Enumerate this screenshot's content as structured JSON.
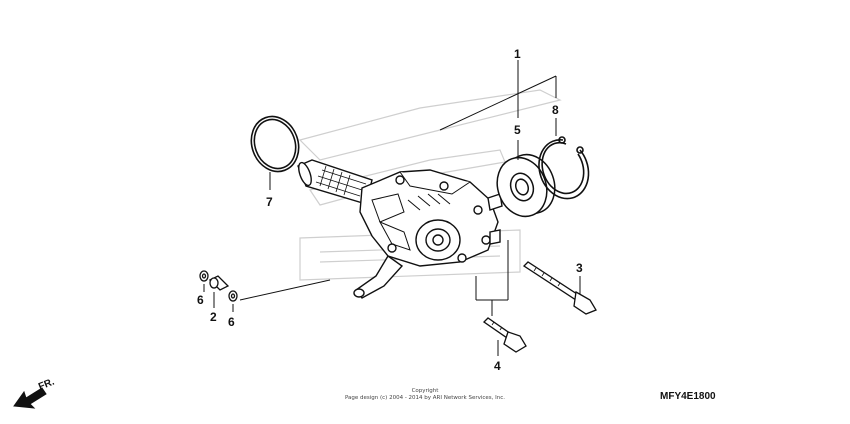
{
  "callouts": {
    "c1": "1",
    "c2": "2",
    "c3": "3",
    "c4": "4",
    "c5": "5",
    "c6a": "6",
    "c6b": "6",
    "c7": "7",
    "c8": "8"
  },
  "direction_label": "FR.",
  "copyright_line1": "Copyright",
  "copyright_line2": "Page design (c) 2004 - 2014 by ARI Network Services, Inc.",
  "figure_code": "MFY4E1800",
  "colors": {
    "ink": "#111111",
    "watermark": "#cfcfcf"
  }
}
